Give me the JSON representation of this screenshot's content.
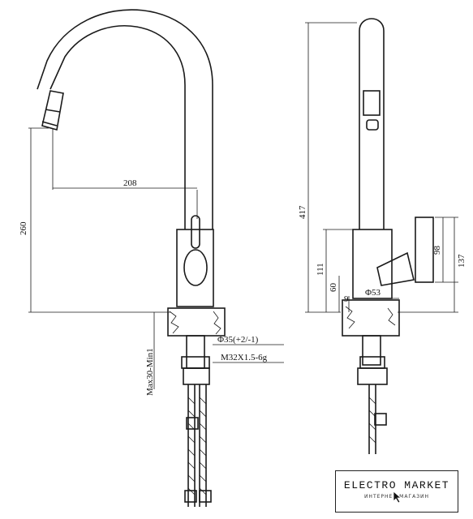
{
  "dimensions": {
    "reach": "208",
    "height_left": "260",
    "height_right": "417",
    "body_height": "111",
    "base_height": "60",
    "base_offset": "9",
    "base_diameter": "Φ53",
    "handle_height": "98",
    "handle_total": "137",
    "hole_diameter": "Φ35(+2/-1)",
    "thread": "M32X1.5-6g",
    "max_min": "Max30-Min1"
  },
  "logo": {
    "main": "ELECTRO MARKET",
    "sub": "ИНТЕРНЕТ-МАГАЗИН"
  }
}
